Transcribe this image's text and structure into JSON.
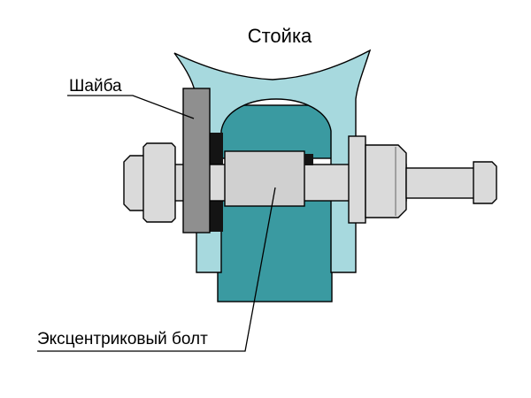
{
  "diagram": {
    "title": "Стойка",
    "labels": {
      "washer": "Шайба",
      "eccentric_bolt": "Эксцентриковый болт"
    },
    "colors": {
      "background": "#ffffff",
      "strut_light": "#a7d9de",
      "strut_dark": "#3a9aa1",
      "part_gray": "#dadada",
      "eccentric_gray": "#d0d0d0",
      "washer_gray": "#8f8f8f",
      "hole_black": "#141414",
      "outline": "#000000"
    }
  }
}
